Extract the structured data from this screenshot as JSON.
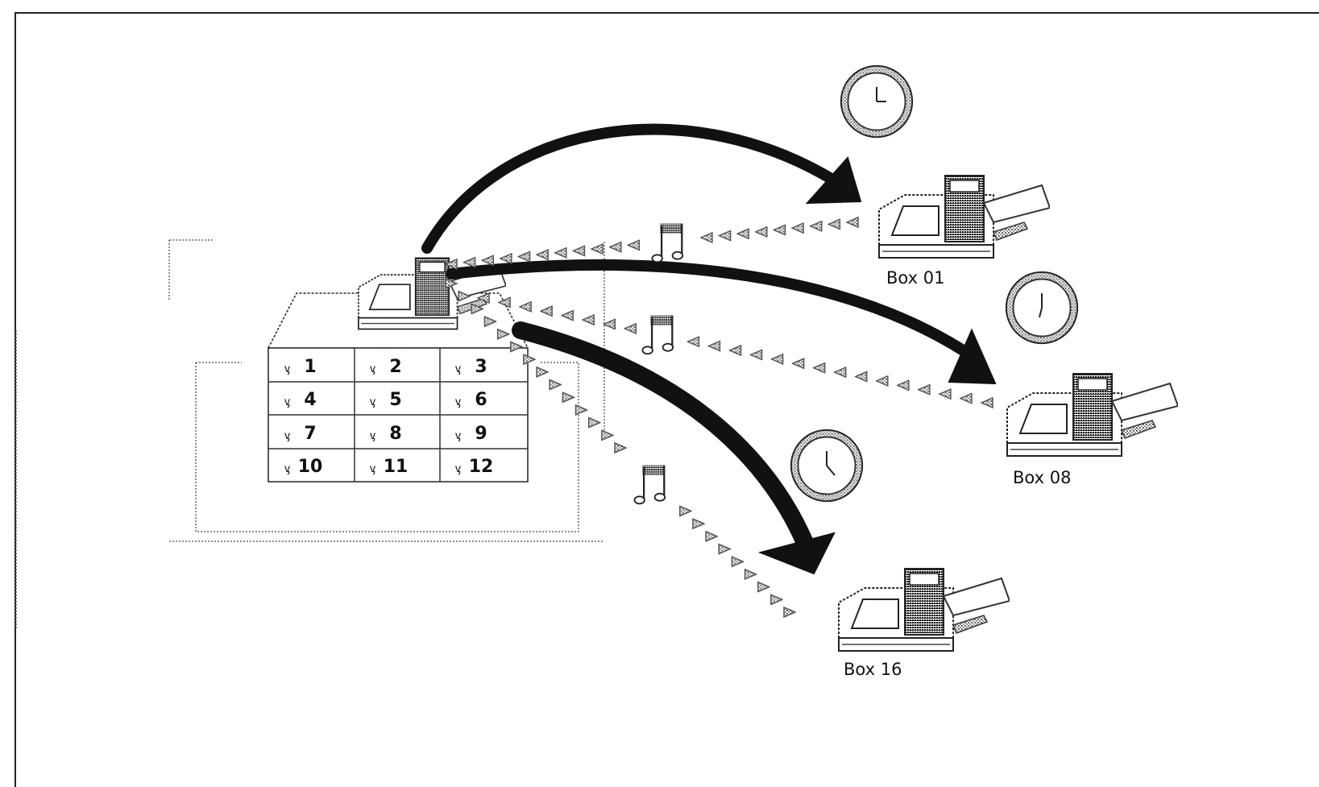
{
  "diagram": {
    "keypad_keys": [
      "1",
      "2",
      "3",
      "4",
      "5",
      "6",
      "7",
      "8",
      "9",
      "10",
      "11",
      "12"
    ],
    "destinations": [
      {
        "label": "Box 01"
      },
      {
        "label": "Box 08"
      },
      {
        "label": "Box 16"
      }
    ],
    "colors": {
      "ink": "#111111",
      "dotted_ink": "#555555",
      "background": "#ffffff"
    },
    "icons": [
      "fax-machine-icon",
      "clock-icon",
      "music-note-icon",
      "keypad-icon"
    ]
  }
}
